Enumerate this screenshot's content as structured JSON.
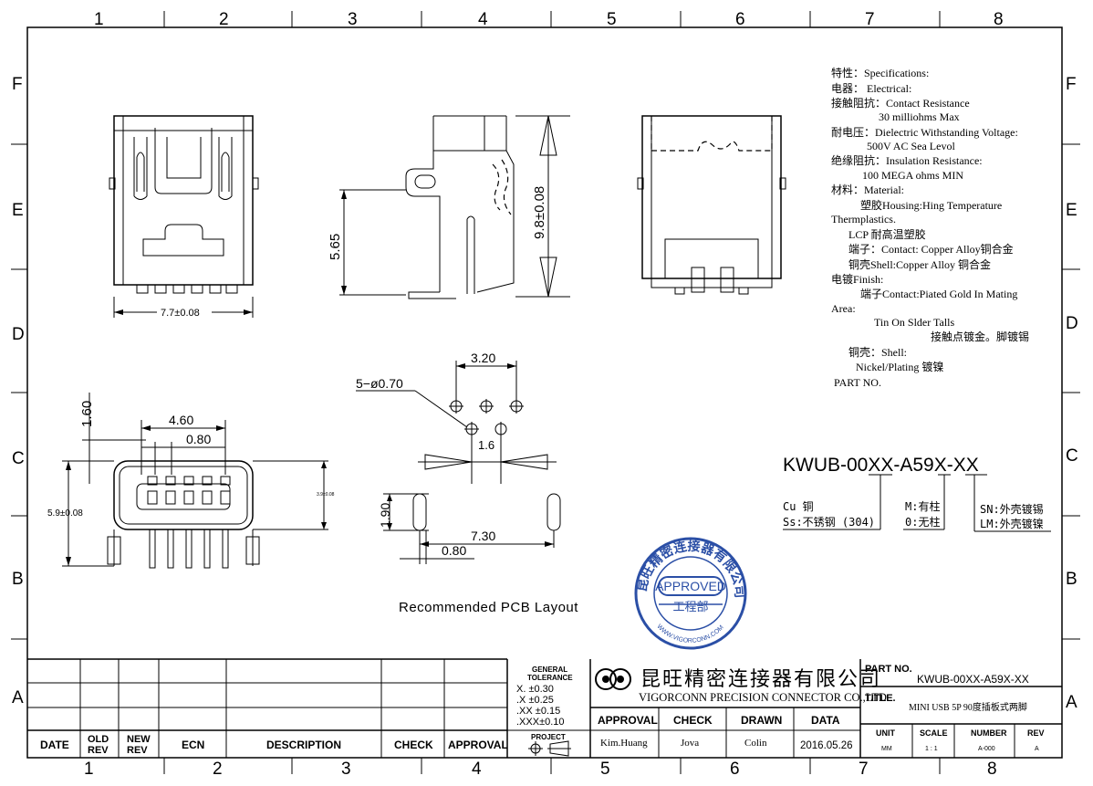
{
  "grid": {
    "columns": [
      "1",
      "2",
      "3",
      "4",
      "5",
      "6",
      "7",
      "8"
    ],
    "rows": [
      "F",
      "E",
      "D",
      "C",
      "B",
      "A"
    ]
  },
  "specifications": {
    "lines": [
      "特性：Specifications:",
      "电器： Electrical:",
      "接触阻抗：Contact Resistance",
      "30 milliohms Max",
      "耐电压：Dielectric Withstanding Voltage:",
      "500V AC Sea Levol",
      "绝缘阻抗：Insulation Resistance:",
      "100 MEGA ohms MIN",
      "材料：Material:",
      "塑胶Housing:Hing Temperature",
      "Thermplastics.",
      "LCP 耐高温塑胶",
      "端子：Contact: Copper Alloy铜合金",
      "铜壳Shell:Copper Alloy 铜合金",
      "电镀Finish:",
      "端子Contact:Piated Gold In Mating",
      "Area:",
      "Tin On Slder Talls",
      "接触点镀金。脚镀锡",
      "铜壳：Shell:",
      "Nickel/Plating 镀镍",
      "PART NO."
    ]
  },
  "dimensions": {
    "front_width": "7.7±0.08",
    "side_height_left": "5.65",
    "side_height_right": "9.8±0.08",
    "bottom_pitch_total": "4.60",
    "bottom_pitch": "0.80",
    "bottom_vertical": "1.60",
    "bottom_height": "5.9±0.08",
    "bottom_small": "3.9±0.08",
    "pcb_hole_spacing": "3.20",
    "pcb_holes": "5−ø0.70",
    "pcb_small": "1.6",
    "pcb_slot_height": "1.90",
    "pcb_slot_span": "7.30",
    "pcb_slot_offset": "0.80"
  },
  "pcb_caption": "Recommended PCB Layout",
  "part_code": {
    "prefix": "KWUB-00",
    "xx1": "XX",
    "mid": "-A59",
    "x2": "X",
    "dash": "-",
    "xx3": "XX",
    "opt1_line1": "Cu 铜",
    "opt1_line2": "Ss:不锈钢 (304)",
    "opt2_line1": "M:有柱",
    "opt2_line2": "0:无柱",
    "opt3_line1": "SN:外壳镀锡",
    "opt3_line2": "LM:外壳镀镍"
  },
  "stamp": {
    "top_text": "昆旺精密连接器有限公司",
    "center_top": "APPROVED",
    "center_bottom": "工程部",
    "bottom_text": "WWW.VIGORCONN.COM"
  },
  "title_block": {
    "rev_headers": [
      "DATE",
      "OLD REV",
      "NEW REV",
      "ECN",
      "DESCRIPTION",
      "CHECK",
      "APPROVAL"
    ],
    "tolerance_title": "GENERAL TOLERANCE",
    "tolerances": [
      "X.  ±0.30",
      ".X  ±0.25",
      ".XX ±0.15",
      ".XXX±0.10"
    ],
    "projection": "PROJECT",
    "company_cn": "昆旺精密连接器有限公司",
    "company_en": "VIGORCONN PRECISION CONNECTOR CO.,LTD",
    "approval_headers": [
      "APPROVAL",
      "CHECK",
      "DRAWN",
      "DATA"
    ],
    "approval_values": [
      "Kim.Huang",
      "Jova",
      "Colin",
      "2016.05.26"
    ],
    "part_no_label": "PART NO.",
    "part_no_value": "KWUB-00XX-A59X-XX",
    "title_label": "TITLE.",
    "title_value": "MINI USB 5P 90度插板式两脚",
    "meta_headers": [
      "UNIT",
      "SCALE",
      "NUMBER",
      "REV"
    ],
    "meta_values": [
      "MM",
      "1 : 1",
      "A-000",
      "A"
    ]
  }
}
